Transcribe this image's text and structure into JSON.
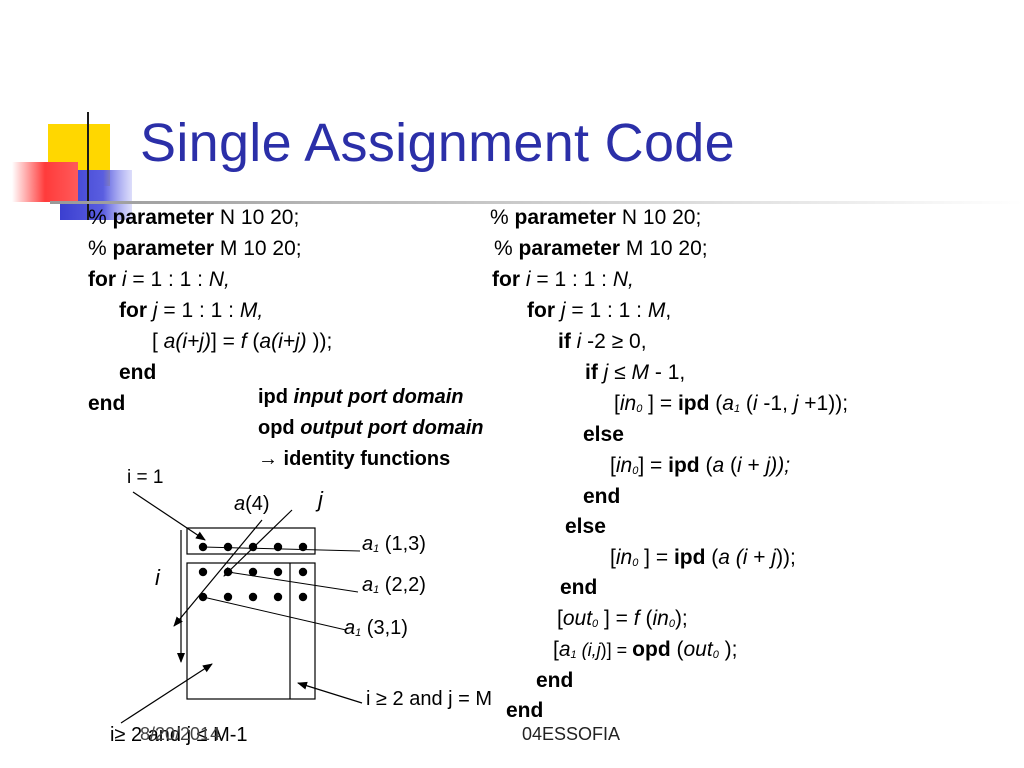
{
  "title": "Single Assignment Code",
  "left_code": {
    "line1_pct": "% ",
    "line1_kw": "parameter",
    "line1_rest": " N 10  20;",
    "line2_pct": "% ",
    "line2_kw": "parameter",
    "line2_rest": " M 10 20;",
    "line3_kw": "for",
    "line3_var": "i",
    "line3_mid": " = 1 : 1 : ",
    "line3_end": "N,",
    "line4_kw": "for",
    "line4_var": "j",
    "line4_mid": " = 1 : 1 : ",
    "line4_end": "M,",
    "line5_a": "[ ",
    "line5_b": "a(i+j)",
    "line5_c": "] = ",
    "line5_d": "f",
    "line5_e": " (",
    "line5_f": "a(i+j)",
    "line5_g": " ));",
    "line6": "end",
    "line7": "end"
  },
  "notes": {
    "ipd_kw": "ipd ",
    "ipd_desc": "input port domain",
    "opd_kw": "opd ",
    "opd_desc": "output port domain",
    "identity": "→ identity functions"
  },
  "right_code": {
    "r1_pct": "% ",
    "r1_kw": "parameter",
    "r1_rest": " N 10  20;",
    "r2_pct": "% ",
    "r2_kw": "parameter",
    "r2_rest": " M 10  20;",
    "r3_kw": "for",
    "r3_var": "i",
    "r3_mid": " = 1 : 1 : ",
    "r3_end": "N,",
    "r4_kw": "for",
    "r4_var": "j",
    "r4_mid": " = 1 : 1 : ",
    "r4_end": "M",
    "r4_tail": ",",
    "r5_kw": "if",
    "r5_var": "i",
    "r5_rest": " -2 ≥ 0,",
    "r6_kw": "if",
    "r6_var": "j",
    "r6_mid": " ≤ ",
    "r6_m": "M",
    "r6_rest": "  - 1,",
    "r7_a": "[",
    "r7_in": "in",
    "r7_sub": "0",
    "r7_b": " ] = ",
    "r7_kw": "ipd",
    "r7_c": " (",
    "r7_a1": "a",
    "r7_sub1": "1",
    "r7_d": " (",
    "r7_i": "i",
    "r7_e": " -1, ",
    "r7_j": "j",
    "r7_f": " +1));",
    "r8": "else",
    "r9_a": "[",
    "r9_in": "in",
    "r9_sub": "0",
    "r9_b": "] = ",
    "r9_kw": "ipd",
    "r9_c": " (",
    "r9_expr": "a",
    "r9_d": " (",
    "r9_i": "i",
    "r9_e": " + ",
    "r9_f": "j));",
    "r10": "end",
    "r11": "else",
    "r12_a": "[",
    "r12_in": "in",
    "r12_sub": "0",
    "r12_b": " ] = ",
    "r12_kw": "ipd",
    "r12_c": " (",
    "r12_expr": "a (i",
    "r12_d": " + ",
    "r12_j": "j",
    "r12_e": "));",
    "r13": "end",
    "r14_a": "[",
    "r14_out": "out",
    "r14_sub": "0",
    "r14_b": " ] = ",
    "r14_f": "f",
    "r14_c": " (",
    "r14_in": "in",
    "r14_sub2": "0",
    "r14_d": ");",
    "r15_a": "[",
    "r15_a1": "a",
    "r15_sub": "1",
    "r15_ij": " (i,j",
    "r15_b": ")] = ",
    "r15_kw": "opd",
    "r15_c": " (",
    "r15_out": "out",
    "r15_sub2": "0",
    "r15_d": " );",
    "r16": "end",
    "r17": "end"
  },
  "diagram": {
    "i_eq_1": "i = 1",
    "a4_a": "a",
    "a4_rest": "(4)",
    "j_label": "j",
    "i_label": "i",
    "a13_a": "a",
    "a13_sub": "1",
    "a13_rest": " (1,3)",
    "a22_a": "a",
    "a22_sub": "1",
    "a22_rest": " (2,2)",
    "a31_a": "a",
    "a31_sub": "1",
    "a31_rest": " (3,1)",
    "cond_bottom_right": "i ≥ 2 and j = M",
    "cond_bottom_left": "i≥ 2 and j ≤ M-1"
  },
  "footer": {
    "date": "8/20/2014",
    "source": "04ESSOFIA"
  },
  "colors": {
    "title": "#2b2fa8",
    "deco_yellow": "#ffd700",
    "deco_blue": "#3b3fd0",
    "deco_red": "#ff3b3b"
  }
}
